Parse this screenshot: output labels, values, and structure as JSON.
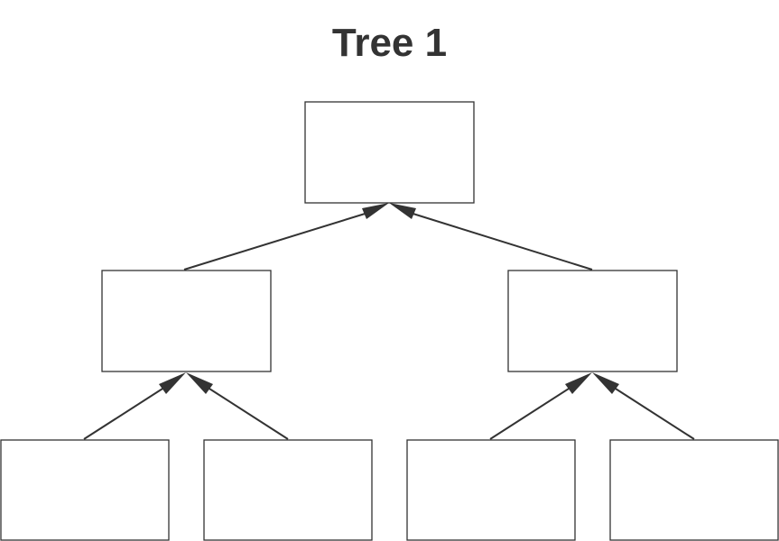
{
  "diagram": {
    "title": "Tree 1",
    "nodes": [
      {
        "id": "root",
        "label": ""
      },
      {
        "id": "left-child",
        "label": ""
      },
      {
        "id": "right-child",
        "label": ""
      },
      {
        "id": "left-left-leaf",
        "label": ""
      },
      {
        "id": "left-right-leaf",
        "label": ""
      },
      {
        "id": "right-left-leaf",
        "label": ""
      },
      {
        "id": "right-right-leaf",
        "label": ""
      }
    ],
    "edges": [
      {
        "from": "left-child",
        "to": "root"
      },
      {
        "from": "right-child",
        "to": "root"
      },
      {
        "from": "left-left-leaf",
        "to": "left-child"
      },
      {
        "from": "left-right-leaf",
        "to": "left-child"
      },
      {
        "from": "right-left-leaf",
        "to": "right-child"
      },
      {
        "from": "right-right-leaf",
        "to": "right-child"
      }
    ],
    "colors": {
      "stroke": "#333333",
      "title": "#333333",
      "background": "#ffffff"
    }
  }
}
